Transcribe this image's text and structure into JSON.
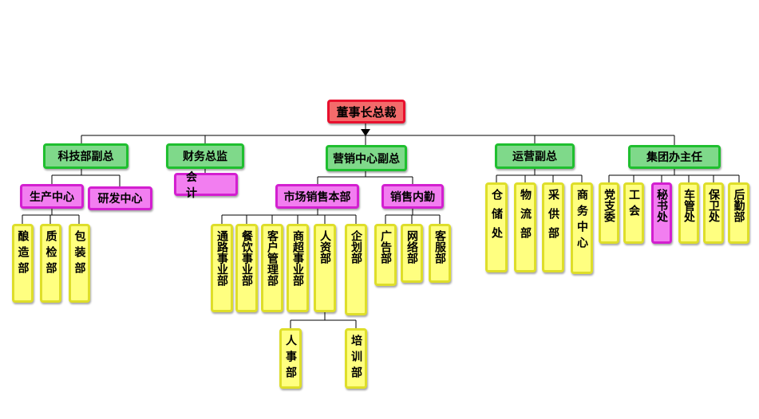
{
  "root": {
    "label": "董事长总裁"
  },
  "vps": [
    {
      "label": "科技部副总"
    },
    {
      "label": "财务总监"
    },
    {
      "label": "营销中心副总"
    },
    {
      "label": "运营副总"
    },
    {
      "label": "集团办主任"
    }
  ],
  "tech": {
    "production": {
      "label": "生产中心"
    },
    "rnd": {
      "label": "研发中心"
    },
    "prod_depts": [
      {
        "label": "酿造部"
      },
      {
        "label": "质检部"
      },
      {
        "label": "包装部"
      }
    ]
  },
  "finance": {
    "accounting": {
      "label": "会  计"
    }
  },
  "marketing": {
    "market_sales": {
      "label": "市场销售本部"
    },
    "sales_internal": {
      "label": "销售内勤"
    },
    "market_depts": [
      {
        "label": "通路事业部"
      },
      {
        "label": "餐饮事业部"
      },
      {
        "label": "客户管理部"
      },
      {
        "label": "商超事业部"
      },
      {
        "label": "人资部"
      },
      {
        "label": "企划部"
      }
    ],
    "hr_depts": [
      {
        "label": "人事部"
      },
      {
        "label": "培训部"
      }
    ],
    "internal_depts": [
      {
        "label": "广告部"
      },
      {
        "label": "网络部"
      },
      {
        "label": "客服部"
      }
    ]
  },
  "ops": {
    "depts": [
      {
        "label": "仓储处"
      },
      {
        "label": "物流部"
      },
      {
        "label": "采供部"
      },
      {
        "label": "商务中心"
      }
    ]
  },
  "office": {
    "depts": [
      {
        "label": "党支委"
      },
      {
        "label": "工会"
      },
      {
        "label": "秘书处"
      },
      {
        "label": "车管处"
      },
      {
        "label": "保卫处"
      },
      {
        "label": "后勤部"
      }
    ]
  },
  "colors": {
    "root_fill": "#f36b6b",
    "level1_fill": "#7fd98a",
    "level2_fill": "#f27ef0",
    "dept_fill": "#ffff80"
  }
}
